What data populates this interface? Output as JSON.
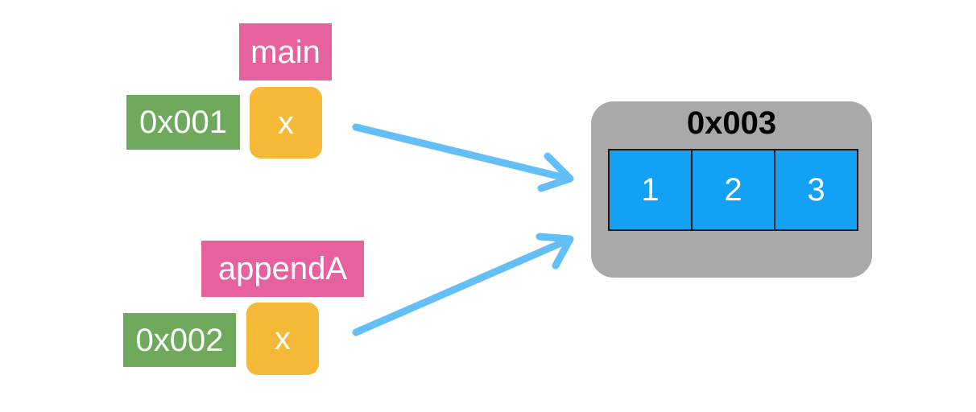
{
  "stack": {
    "main": {
      "frame": "main",
      "address": "0x001",
      "variable": "x"
    },
    "appendA": {
      "frame": "appendA",
      "address": "0x002",
      "variable": "x"
    }
  },
  "heap": {
    "address": "0x003",
    "cells": [
      "1",
      "2",
      "3"
    ]
  },
  "colors": {
    "frame_label": "#e8619f",
    "address_label": "#6faa5c",
    "variable": "#f6b937",
    "heap_box": "#a9a9a9",
    "cell": "#12a1f5",
    "arrow": "#5bbcf5"
  }
}
